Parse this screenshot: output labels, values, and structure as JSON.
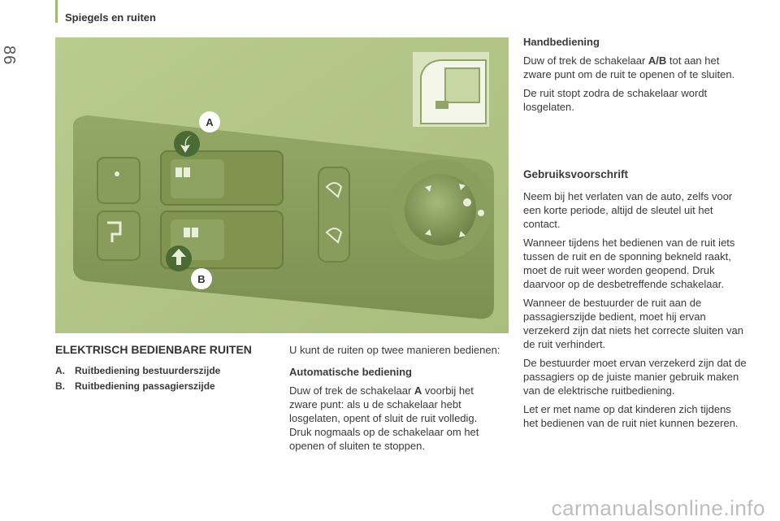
{
  "page": {
    "number": "86",
    "section_title": "Spiegels en ruiten"
  },
  "figure": {
    "label_a": "A",
    "label_b": "B"
  },
  "left": {
    "title": "ELEKTRISCH BEDIENBARE RUITEN",
    "legend": [
      {
        "letter": "A.",
        "text": "Ruitbediening bestuurderszijde"
      },
      {
        "letter": "B.",
        "text": "Ruitbediening passagierszijde"
      }
    ]
  },
  "middle": {
    "intro": "U kunt de ruiten op twee manieren bedienen:",
    "auto_heading": "Automatische bediening",
    "auto_text_1": "Duw of trek de schakelaar ",
    "auto_text_bold": "A",
    "auto_text_2": " voorbij het zware punt: als u de schakelaar hebt losgelaten, opent of sluit de ruit volledig.",
    "auto_text_3": "Druk nogmaals op de schakelaar om het openen of sluiten te stoppen."
  },
  "right": {
    "manual_heading": "Handbediening",
    "manual_text_1": "Duw of trek de schakelaar ",
    "manual_text_bold": "A/B",
    "manual_text_2": " tot aan het zware punt om de ruit te openen of te sluiten.",
    "manual_text_3": "De ruit stopt zodra de schakelaar wordt losgelaten.",
    "usage_heading": "Gebruiksvoorschrift",
    "usage_p1": "Neem bij het verlaten van de auto, zelfs voor een korte periode, altijd de sleutel uit het contact.",
    "usage_p2": "Wanneer tijdens het bedienen van de ruit iets tussen de ruit en de sponning bekneld raakt, moet de ruit weer worden geopend. Druk daarvoor op de desbetreffende schakelaar.",
    "usage_p3": "Wanneer de bestuurder de ruit aan de passagierszijde bedient, moet hij ervan verzekerd zijn dat niets het correcte sluiten van de ruit verhindert.",
    "usage_p4": "De bestuurder moet ervan verzekerd zijn dat de passagiers op de juiste manier gebruik maken van de elektrische ruitbediening.",
    "usage_p5": "Let er met name op dat kinderen zich tijdens het bedienen van de ruit niet kunnen bezeren."
  },
  "watermark": "carmanualsonline.info"
}
